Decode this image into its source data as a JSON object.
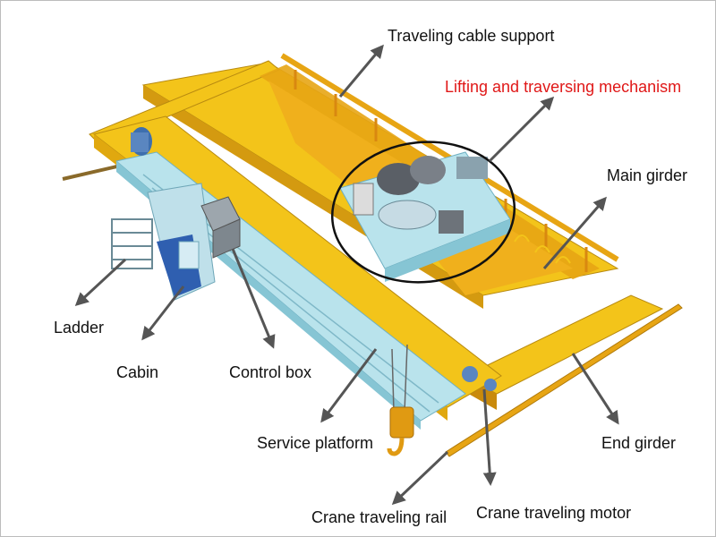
{
  "colors": {
    "girder": "#f3c41a",
    "girder_dark": "#e0a80f",
    "girder_shadow": "#c98a0c",
    "rail": "#e7a514",
    "platform": "#b9e3ec",
    "platform_dark": "#86c5d4",
    "cabin": "#2f5fb0",
    "arrow": "#555555",
    "highlight_label": "#e01818",
    "machinery": "#5a5f66"
  },
  "labels": {
    "traveling_cable_support": "Traveling cable support",
    "lifting_mechanism": "Lifting and traversing mechanism",
    "main_girder": "Main girder",
    "ladder": "Ladder",
    "cabin": "Cabin",
    "control_box": "Control box",
    "service_platform": "Service platform",
    "end_girder": "End girder",
    "crane_traveling_rail": "Crane traveling rail",
    "crane_traveling_motor": "Crane traveling motor"
  }
}
